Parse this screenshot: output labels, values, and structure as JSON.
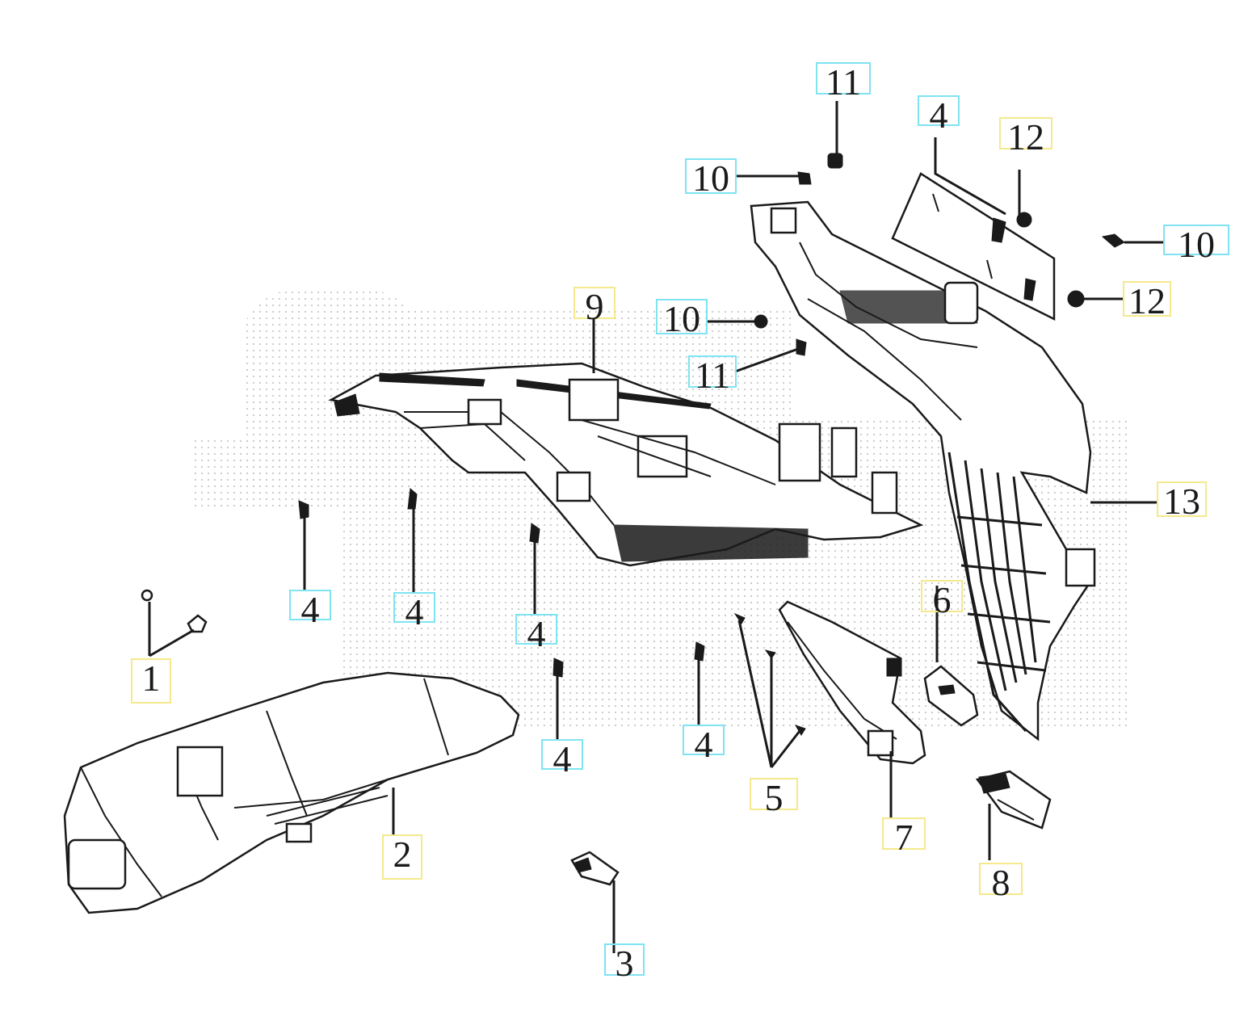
{
  "callouts": [
    {
      "id": "c1",
      "text": "1",
      "frame": "yellow"
    },
    {
      "id": "c2",
      "text": "2",
      "frame": "yellow"
    },
    {
      "id": "c3",
      "text": "3",
      "frame": "cyan"
    },
    {
      "id": "c4a",
      "text": "4",
      "frame": "cyan"
    },
    {
      "id": "c4b",
      "text": "4",
      "frame": "cyan"
    },
    {
      "id": "c4c",
      "text": "4",
      "frame": "cyan"
    },
    {
      "id": "c4d",
      "text": "4",
      "frame": "cyan"
    },
    {
      "id": "c4e",
      "text": "4",
      "frame": "cyan"
    },
    {
      "id": "c4f",
      "text": "4",
      "frame": "cyan"
    },
    {
      "id": "c5",
      "text": "5",
      "frame": "yellow"
    },
    {
      "id": "c6",
      "text": "6",
      "frame": "yellow"
    },
    {
      "id": "c7",
      "text": "7",
      "frame": "yellow"
    },
    {
      "id": "c8",
      "text": "8",
      "frame": "yellow"
    },
    {
      "id": "c9",
      "text": "9",
      "frame": "yellow"
    },
    {
      "id": "c10a",
      "text": "10",
      "frame": "cyan"
    },
    {
      "id": "c10b",
      "text": "10",
      "frame": "cyan"
    },
    {
      "id": "c10c",
      "text": "10",
      "frame": "cyan"
    },
    {
      "id": "c11a",
      "text": "11",
      "frame": "cyan"
    },
    {
      "id": "c11b",
      "text": "11",
      "frame": "cyan"
    },
    {
      "id": "c12a",
      "text": "12",
      "frame": "yellow"
    },
    {
      "id": "c12b",
      "text": "12",
      "frame": "yellow"
    },
    {
      "id": "c13",
      "text": "13",
      "frame": "yellow"
    }
  ],
  "colors": {
    "line": "#1a1a1a",
    "frame_cyan": "#7fe3f2",
    "frame_yellow": "#f4e98c",
    "stipple": "#cfcfcf"
  }
}
